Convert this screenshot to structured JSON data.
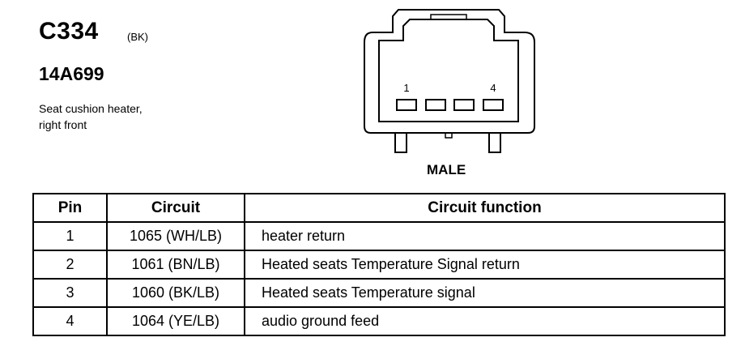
{
  "connector": {
    "id": "C334",
    "color": "(BK)",
    "part_number": "14A699",
    "description_lines": [
      "Seat cushion heater,",
      "right front"
    ],
    "gender": "MALE",
    "diagram_labels": {
      "first_pin": "1",
      "last_pin": "4"
    }
  },
  "table": {
    "headers": {
      "pin": "Pin",
      "circuit": "Circuit",
      "function": "Circuit function"
    },
    "rows": [
      {
        "pin": "1",
        "circuit": "1065 (WH/LB)",
        "function": "heater return"
      },
      {
        "pin": "2",
        "circuit": "1061 (BN/LB)",
        "function": "Heated seats Temperature Signal return"
      },
      {
        "pin": "3",
        "circuit": "1060 (BK/LB)",
        "function": "Heated seats Temperature signal"
      },
      {
        "pin": "4",
        "circuit": "1064 (YE/LB)",
        "function": "audio ground feed"
      }
    ]
  }
}
